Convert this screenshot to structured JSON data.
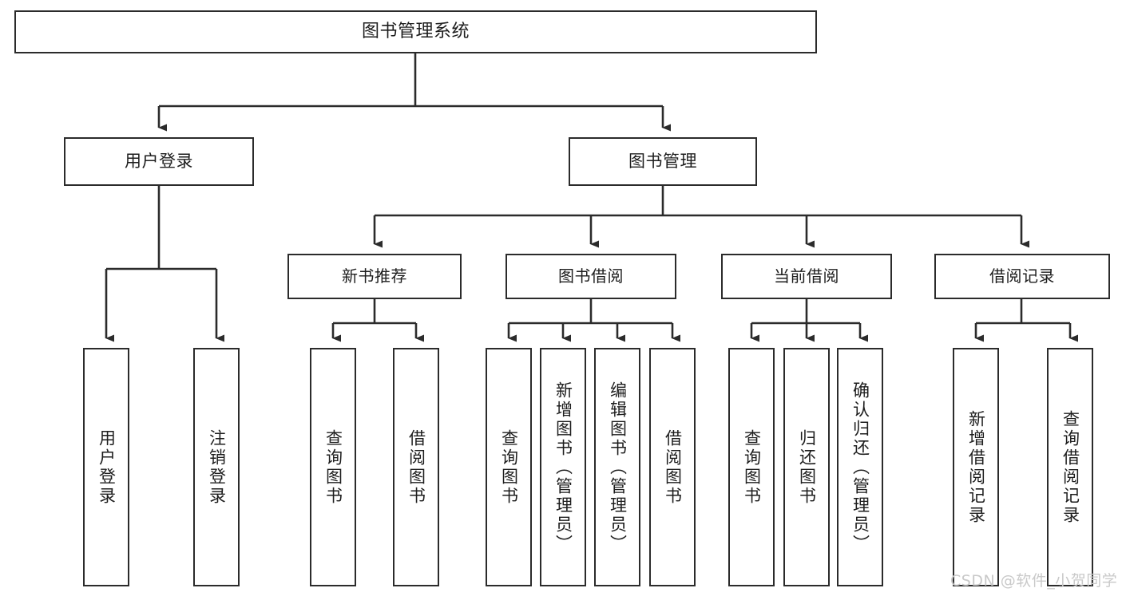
{
  "diagram": {
    "title": "图书管理系统",
    "type": "tree-structure-chart",
    "orientation": "top-down",
    "line_color": "#2b2b2b",
    "box_fill": "#ffffff",
    "root": {
      "id": "root",
      "label": "图书管理系统"
    },
    "level2": [
      {
        "id": "user-login",
        "label": "用户登录"
      },
      {
        "id": "book-manage",
        "label": "图书管理"
      }
    ],
    "level3": [
      {
        "id": "new-book-recommend",
        "label": "新书推荐",
        "parent": "book-manage"
      },
      {
        "id": "book-borrow",
        "label": "图书借阅",
        "parent": "book-manage"
      },
      {
        "id": "current-borrow",
        "label": "当前借阅",
        "parent": "book-manage"
      },
      {
        "id": "borrow-record",
        "label": "借阅记录",
        "parent": "book-manage"
      }
    ],
    "leaves": {
      "user-login": [
        {
          "id": "leaf-user-login",
          "label": "用户登录"
        },
        {
          "id": "leaf-user-logout",
          "label": "注销登录"
        }
      ],
      "new-book-recommend": [
        {
          "id": "leaf-query-book-1",
          "label": "查询图书"
        },
        {
          "id": "leaf-borrow-book-1",
          "label": "借阅图书"
        }
      ],
      "book-borrow": [
        {
          "id": "leaf-query-book-2",
          "label": "查询图书"
        },
        {
          "id": "leaf-add-book",
          "label": "新增图书（管理员）"
        },
        {
          "id": "leaf-edit-book",
          "label": "编辑图书（管理员）"
        },
        {
          "id": "leaf-borrow-book-2",
          "label": "借阅图书"
        }
      ],
      "current-borrow": [
        {
          "id": "leaf-query-book-3",
          "label": "查询图书"
        },
        {
          "id": "leaf-return-book",
          "label": "归还图书"
        },
        {
          "id": "leaf-confirm-return",
          "label": "确认归还（管理员）"
        }
      ],
      "borrow-record": [
        {
          "id": "leaf-add-record",
          "label": "新增借阅记录"
        },
        {
          "id": "leaf-query-record",
          "label": "查询借阅记录"
        }
      ]
    }
  },
  "watermark": {
    "text": "CSDN @软件_小贺同学",
    "color": "#c9c9c9"
  }
}
